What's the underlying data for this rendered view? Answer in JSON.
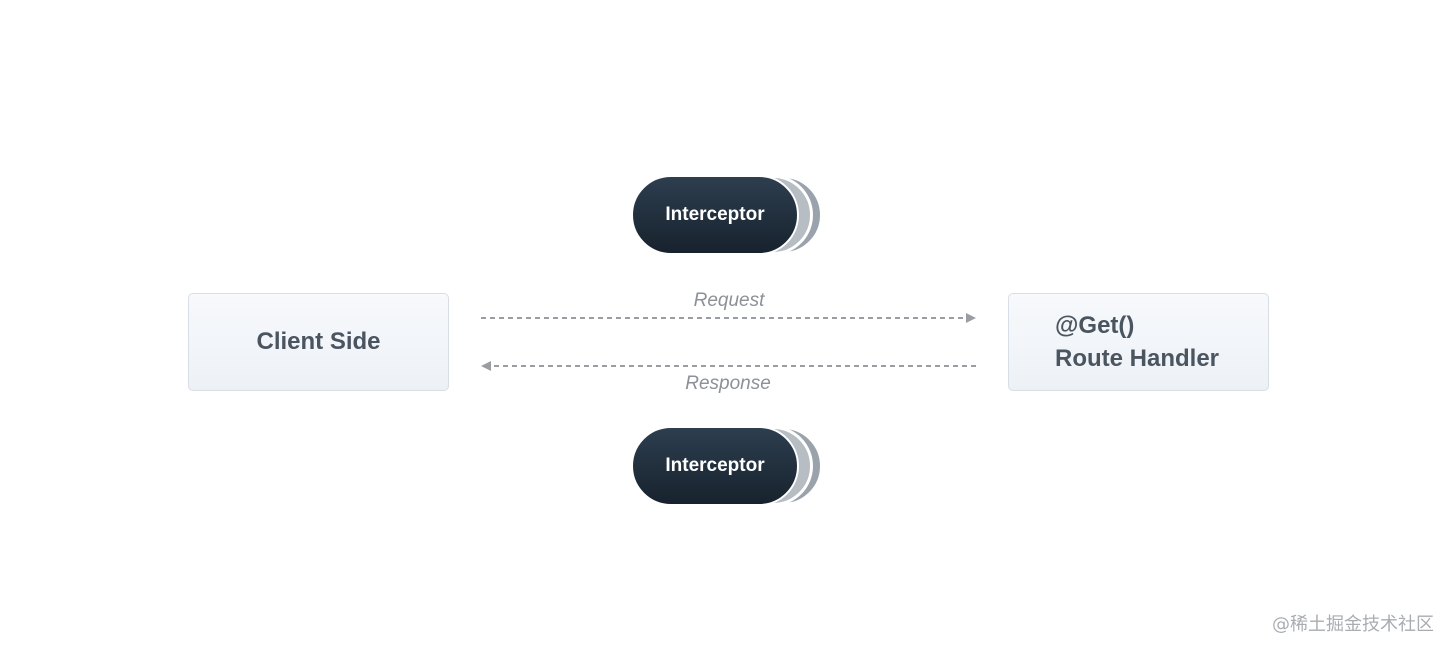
{
  "diagram": {
    "client": {
      "label": "Client Side"
    },
    "handler": {
      "line1": "@Get()",
      "line2": "Route Handler"
    },
    "request": {
      "label": "Request"
    },
    "response": {
      "label": "Response"
    },
    "interceptor_top": {
      "label": "Interceptor"
    },
    "interceptor_bottom": {
      "label": "Interceptor"
    }
  },
  "watermark": {
    "text": "@稀土掘金技术社区"
  },
  "colors": {
    "interceptor_fill": "#1f2d3a",
    "box_fill": "#eef2f7",
    "arrow": "#9a9ea3",
    "label_text": "#8c9197"
  }
}
